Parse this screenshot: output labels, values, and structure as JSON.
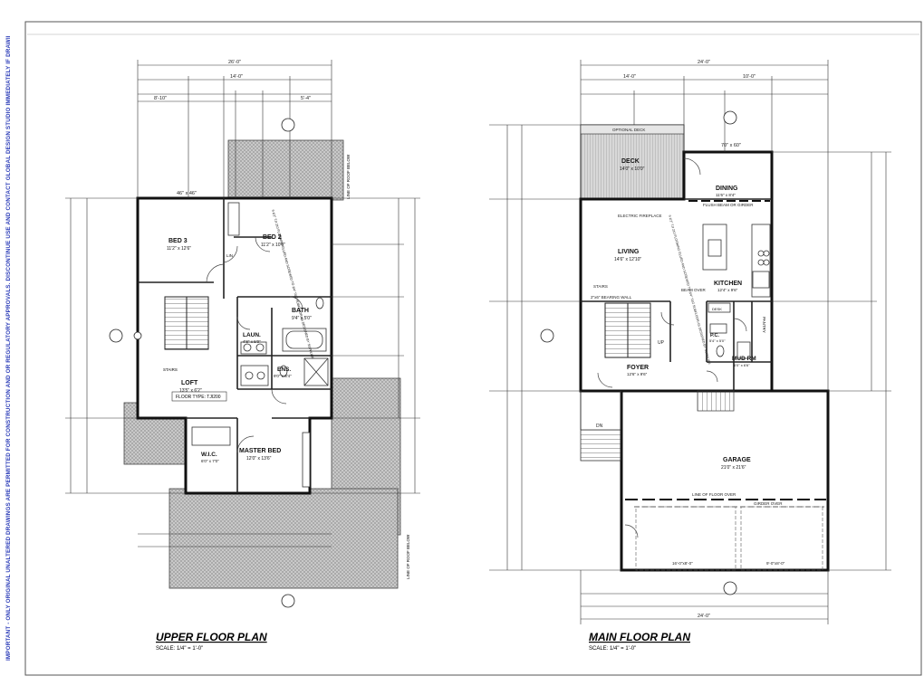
{
  "side_note": "IMPORTANT - ONLY ORIGINAL UNALTERED DRAWINGS ARE PERMITTED FOR CONSTRUCTION AND OR REGULATORY APPROVALS. DISCONTINUE USE AND CONTACT GLOBAL DESIGN STUDIO IMMEDIATELY IF DRAWINGS APPEAR ALTERED IN ANY WAY",
  "upper": {
    "title": "UPPER FLOOR PLAN",
    "scale": "SCALE: 1/4\" = 1'-0\"",
    "rooms": {
      "bed3": {
        "name": "BED 3",
        "size": "11'2\" x 12'6\""
      },
      "bed2": {
        "name": "BED 2",
        "size": "11'2\" x 10'6\""
      },
      "bath": {
        "name": "BATH",
        "size": "9'4\" x 5'0\""
      },
      "laun": {
        "name": "LAUN.",
        "size": "4'8\" x 5'0\""
      },
      "ens": {
        "name": "ENS.",
        "size": "9'0\" x 8'4\""
      },
      "loft": {
        "name": "LOFT",
        "size": "13'5\" x 6'2\""
      },
      "master": {
        "name": "MASTER BED",
        "size": "12'0\" x 13'6\""
      },
      "wic": {
        "name": "W.I.C.",
        "size": "6'0\" x 7'0\""
      },
      "linen": {
        "name": "LIN"
      }
    },
    "notes": {
      "floor_type": "FLOOR TYPE: TJI200",
      "stairs": "STAIRS",
      "roof_below_right": "LINE OF ROOF BELOW",
      "roof_below_bottom": "LINE OF ROOF BELOW",
      "floor_system": "9 1/2\" TJI 210 FLOORING GLUED AND SCREWED TO 3/4\" T&G SUBFLOOR AS DESIGNED BY SUPPLIER"
    },
    "dims": {
      "overall": "26'-0\"",
      "top_a": "14'-0\"",
      "top_b": "8'-10\"",
      "top_c": "5'-4\"",
      "window_top": "46\" x 46\""
    }
  },
  "main": {
    "title": "MAIN FLOOR PLAN",
    "scale": "SCALE: 1/4\" = 1'-0\"",
    "rooms": {
      "deck": {
        "name": "DECK",
        "size": "14'0\" x 10'0\""
      },
      "dining": {
        "name": "DINING",
        "size": "11'6\" x 8'4\""
      },
      "living": {
        "name": "LIVING",
        "size": "14'6\" x 12'10\""
      },
      "kitchen": {
        "name": "KITCHEN",
        "size": "12'4\" x 9'6\""
      },
      "foyer": {
        "name": "FOYER",
        "size": "12'6\" x 9'6\""
      },
      "pc": {
        "name": "P.C.",
        "size": "5'4\" x 5'0\""
      },
      "mudrm": {
        "name": "MUD RM",
        "size": "6'0\" x 6'6\""
      },
      "garage": {
        "name": "GARAGE",
        "size": "21'0\" x 21'6\""
      },
      "pantry": {
        "name": "PANTRY"
      },
      "desk": {
        "name": "DESK"
      }
    },
    "notes": {
      "optional_deck": "OPTIONAL DECK",
      "flush_beam": "FLUSH BEAM OR GIRDER",
      "fireplace": "ELECTRIC FIREPLACE",
      "bearing_wall": "2\"x6\" BEARING WALL",
      "beam_over": "BEAM OVER",
      "stairs": "STAIRS",
      "up": "UP",
      "dn": "DN",
      "floor_over": "LINE OF FLOOR OVER",
      "girder_over": "GIRDER OVER",
      "door_a": "16'-0\"x8'-0\"",
      "door_b": "9'-0\"x8'-0\"",
      "floor_system": "9 1/2\" TJI 210 FLOORING GLUED AND SCREWED TO 3/4\" T&G SUBFLOOR AS DESIGNED BY SUPPLIER"
    },
    "dims": {
      "overall": "24'-0\"",
      "top_a": "14'-0\"",
      "top_b": "10'-0\"",
      "bottom": "24'-0\"",
      "window_dining": "70\" x 60\""
    }
  }
}
